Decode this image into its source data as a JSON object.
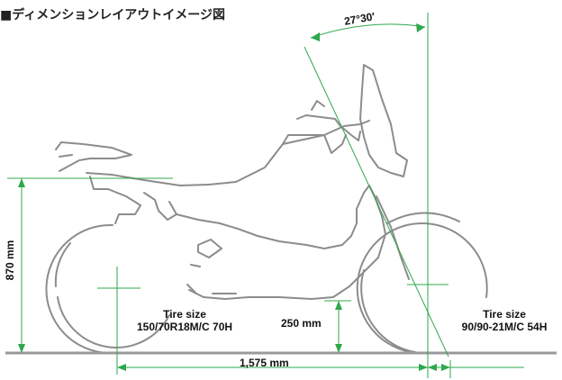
{
  "title": "■ディメンションレイアウトイメージ図",
  "angle_label": "27°30′",
  "seat_height_label": "870 mm",
  "ground_clearance_label": "250 mm",
  "wheelbase_label": "1,575 mm",
  "rear_tire": {
    "heading": "Tire size",
    "spec": "150/70R18M/C 70H"
  },
  "front_tire": {
    "heading": "Tire size",
    "spec": "90/90-21M/C 54H"
  },
  "colors": {
    "dimension_line": "#2ea84a",
    "outline": "#8c8c8c",
    "ground": "#9a9a9a",
    "text": "#111111"
  }
}
